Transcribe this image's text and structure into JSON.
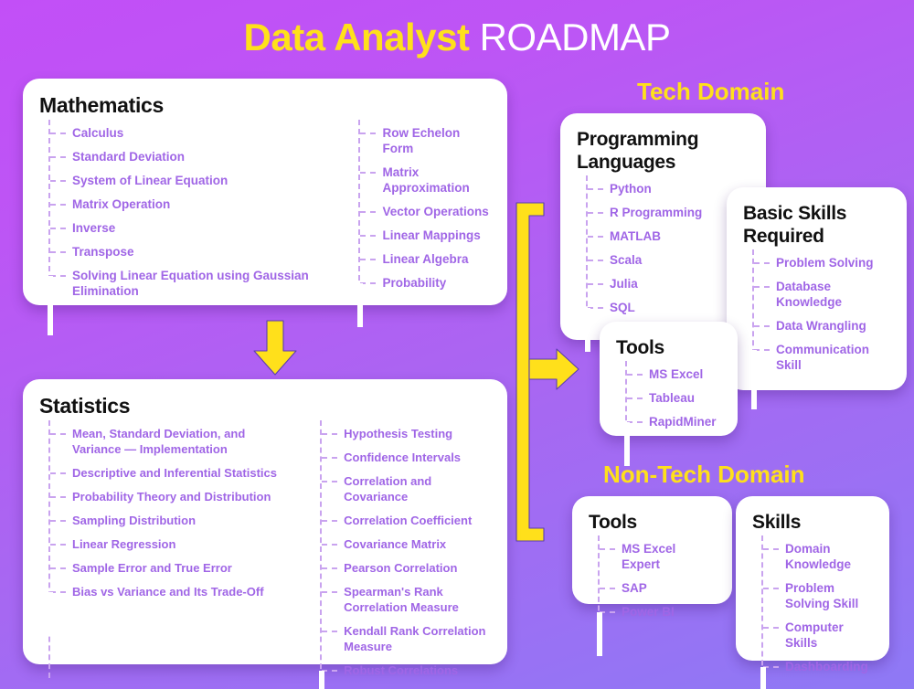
{
  "title": {
    "strong": "Data Analyst",
    "light": "ROADMAP"
  },
  "sections": {
    "tech_domain": "Tech Domain",
    "nontech_domain": "Non-Tech Domain"
  },
  "colors": {
    "accent_yellow": "#ffe01b",
    "list_purple": "#a066e6",
    "tree_line": "#c9a3ef",
    "card_bg": "#ffffff",
    "bg_top": "#c24ff7",
    "bg_bottom": "#8e79f5",
    "heading_black": "#111111"
  },
  "cards": {
    "mathematics": {
      "title": "Mathematics",
      "col_left": [
        "Calculus",
        "Standard Deviation",
        "System of Linear Equation",
        "Matrix Operation",
        "Inverse",
        "Transpose",
        "Solving Linear Equation using Gaussian Elimination"
      ],
      "col_right": [
        "Row Echelon Form",
        "Matrix Approximation",
        "Vector Operations",
        "Linear Mappings",
        "Linear Algebra",
        "Probability"
      ]
    },
    "statistics": {
      "title": "Statistics",
      "col_left": [
        "Mean, Standard Deviation, and Variance — Implementation",
        "Descriptive and Inferential Statistics",
        "Probability Theory and Distribution",
        "Sampling Distribution",
        "Linear Regression",
        "Sample Error and True Error",
        "Bias vs Variance and Its Trade-Off"
      ],
      "col_right": [
        "Hypothesis Testing",
        "Confidence Intervals",
        "Correlation and Covariance",
        "Correlation Coefficient",
        "Covariance Matrix",
        "Pearson Correlation",
        "Spearman's Rank Correlation Measure",
        "Kendall Rank Correlation Measure",
        "Robust Correlations"
      ]
    },
    "programming_languages": {
      "title": "Programming Languages",
      "items": [
        "Python",
        "R Programming",
        "MATLAB",
        "Scala",
        "Julia",
        "SQL"
      ]
    },
    "basic_skills_required": {
      "title": "Basic Skills Required",
      "items": [
        "Problem Solving",
        "Database Knowledge",
        "Data Wrangling",
        "Communication Skill"
      ]
    },
    "tools_tech": {
      "title": "Tools",
      "items": [
        "MS Excel",
        "Tableau",
        "RapidMiner"
      ]
    },
    "tools_nontech": {
      "title": "Tools",
      "items": [
        "MS Excel Expert",
        "SAP",
        "Power BI"
      ]
    },
    "skills_nontech": {
      "title": "Skills",
      "items": [
        "Domain Knowledge",
        "Problem Solving Skill",
        "Computer Skills",
        "Dashboarding"
      ]
    }
  },
  "arrows": {
    "down_arrow": "arrow-down-icon",
    "bracket_arrow": "arrow-right-bracket-icon"
  }
}
